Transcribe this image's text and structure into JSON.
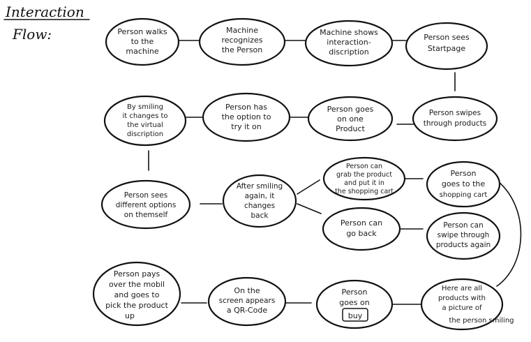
{
  "title_lines": [
    "Interaction",
    "Flow:"
  ],
  "nodes": {
    "n1": [
      "Person walks",
      "to the",
      "machine"
    ],
    "n2": [
      "Machine",
      "recognizes",
      "the Person"
    ],
    "n3": [
      "Machine shows",
      "interaction-",
      "discription"
    ],
    "n4": [
      "Person sees",
      "Startpage"
    ],
    "n5": [
      "By smiling",
      "it changes to",
      "the virtual",
      "discription"
    ],
    "n6": [
      "Person has",
      "the option to",
      "try it on"
    ],
    "n7": [
      "Person goes",
      "on one",
      "Product"
    ],
    "n8": [
      "Person swipes",
      "through products"
    ],
    "n9": [
      "Person sees",
      "different options",
      "on themself"
    ],
    "n10": [
      "After smiling",
      "again, it",
      "changes",
      "back"
    ],
    "n11": [
      "Person can",
      "grab the product",
      "and put it in",
      "the shopping cart"
    ],
    "n12": [
      "Person",
      "goes to the",
      "shopping cart"
    ],
    "n13": [
      "Person can",
      "go back"
    ],
    "n14": [
      "Person can",
      "swipe through",
      "products again"
    ],
    "n15": [
      "Person pays",
      "over the mobil",
      "and goes to",
      "pick the product",
      "up"
    ],
    "n16": [
      "On the",
      "screen appears",
      "a QR-Code"
    ],
    "n17": [
      "Person",
      "goes on",
      "buy"
    ],
    "n18": [
      "Here are all",
      "products with",
      "a picture of",
      "the person smiling"
    ]
  }
}
